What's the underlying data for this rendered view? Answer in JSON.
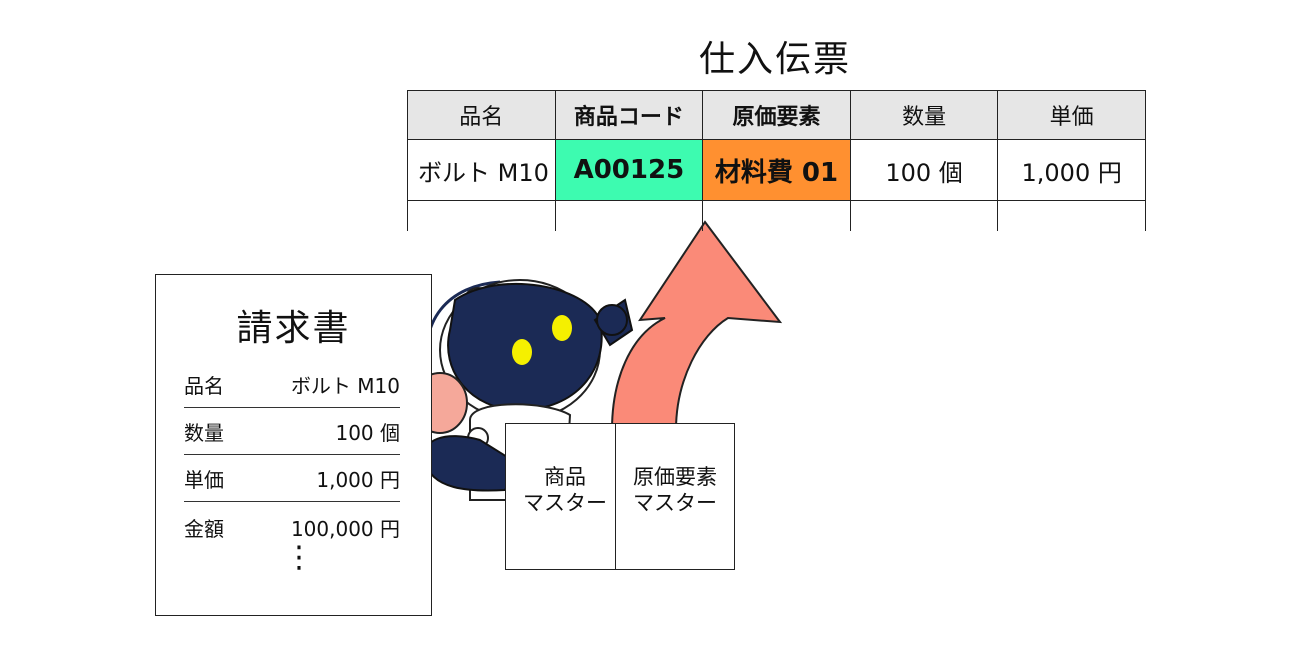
{
  "slip": {
    "title": "仕入伝票",
    "headers": [
      "品名",
      "商品コード",
      "原価要素",
      "数量",
      "単価"
    ],
    "row": [
      "ボルト M10",
      "A00125",
      "材料費 01",
      "100 個",
      "1,000 円"
    ]
  },
  "invoice": {
    "title": "請求書",
    "rows": [
      {
        "label": "品名",
        "value": "ボルト M10"
      },
      {
        "label": "数量",
        "value": "100 個"
      },
      {
        "label": "単価",
        "value": "1,000 円"
      },
      {
        "label": "金額",
        "value": "100,000 円"
      }
    ],
    "more": "⋮"
  },
  "masters": {
    "product": [
      "商品",
      "マスター"
    ],
    "cost_element": [
      "原価要素",
      "マスター"
    ]
  },
  "colors": {
    "code_highlight": "#3dfbb0",
    "cost_highlight": "#ff9030",
    "arrow": "#fa8a78",
    "robot_body": "#1b2a55",
    "robot_eye": "#f5f000",
    "robot_ear": "#f5a89a"
  }
}
